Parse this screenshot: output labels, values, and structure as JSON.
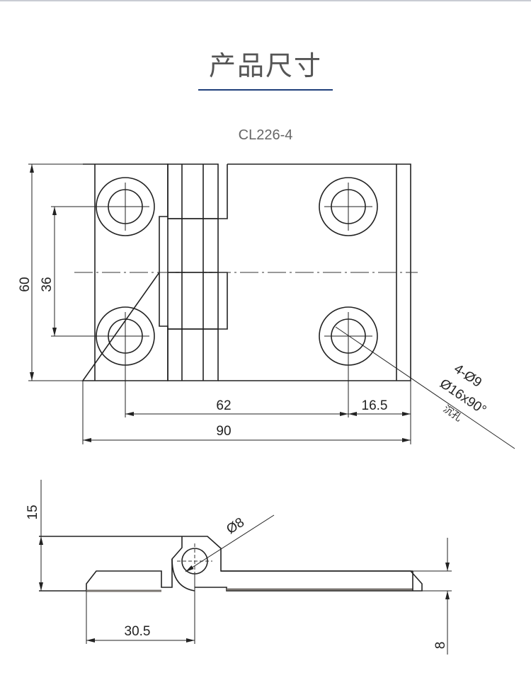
{
  "header": {
    "title": "产品尺寸",
    "model": "CL226-4"
  },
  "top_view": {
    "dims": {
      "height": "60",
      "hole_spacing_v": "36",
      "hole_spacing_h": "62",
      "edge_offset": "16.5",
      "width": "90"
    },
    "hole_note": {
      "count_dia": "4-Ø9",
      "countersink": "Ø16x90°",
      "type": "沉孔"
    }
  },
  "side_view": {
    "dims": {
      "height": "15",
      "pin_dia": "Ø8",
      "pin_offset": "30.5",
      "thickness": "8"
    }
  }
}
